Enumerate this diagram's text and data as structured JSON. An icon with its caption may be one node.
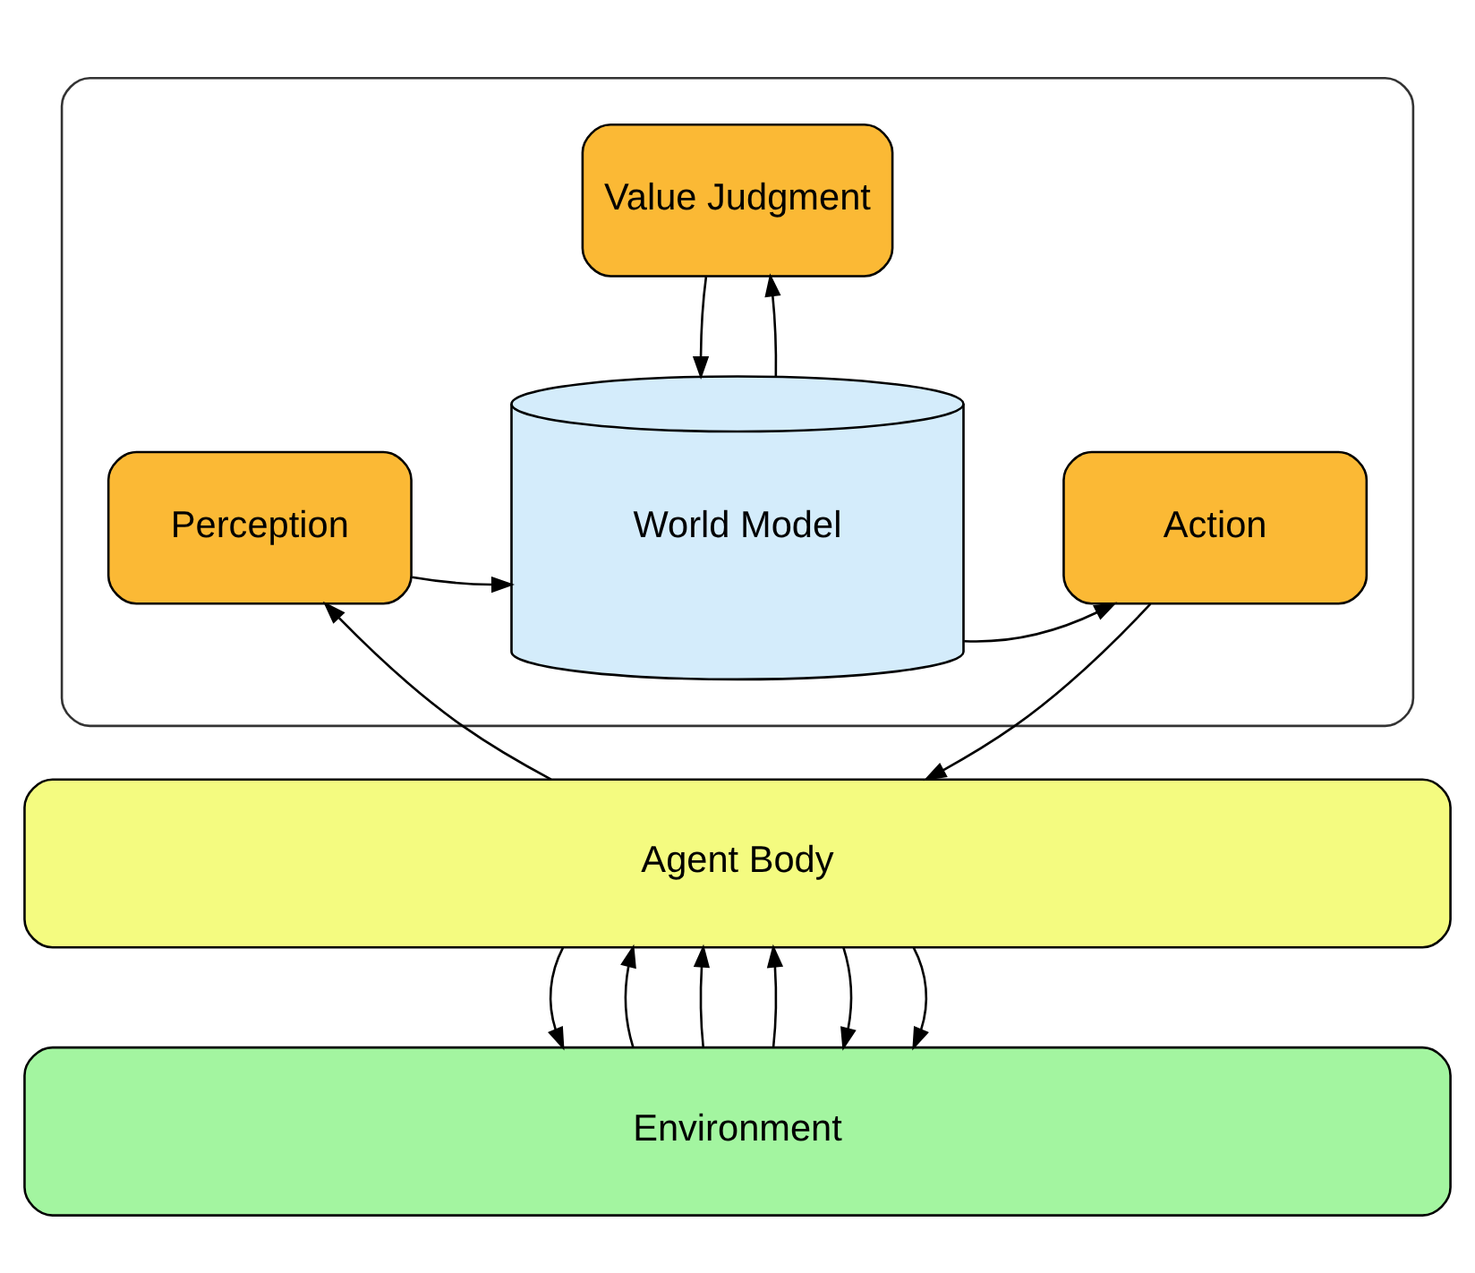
{
  "diagram": {
    "nodes": [
      {
        "text": [],
        "shape": "box"
      },
      {
        "text": [
          "Value Judgment"
        ],
        "in": 0
      },
      {
        "text": [
          "Perception"
        ],
        "in": 0
      },
      {
        "text": [
          "World Model"
        ],
        "in": 0
      },
      {
        "text": [
          "Action"
        ],
        "in": 0
      },
      {
        "text": [
          "Agent Body"
        ]
      },
      {
        "text": [
          "Environment"
        ]
      }
    ],
    "edges": [
      {
        "from": 1,
        "to": 3,
        "arrow": "to"
      },
      {
        "from": 3,
        "to": 1,
        "arrow": "to"
      },
      {
        "from": 2,
        "to": 3,
        "arrow": "to"
      },
      {
        "from": 3,
        "to": 4,
        "arrow": "to"
      },
      {
        "from": 5,
        "to": 2,
        "arrow": "to"
      },
      {
        "from": 4,
        "to": 5,
        "arrow": "to"
      },
      {
        "from": 6,
        "to": 5,
        "arrow": "to"
      },
      {
        "from": 6,
        "to": 5,
        "arrow": "to"
      },
      {
        "from": 6,
        "to": 5,
        "arrow": "to"
      },
      {
        "from": 5,
        "to": 6,
        "arrow": "to"
      },
      {
        "from": 5,
        "to": 6,
        "arrow": "to"
      },
      {
        "from": 5,
        "to": 6,
        "arrow": "to"
      }
    ]
  }
}
